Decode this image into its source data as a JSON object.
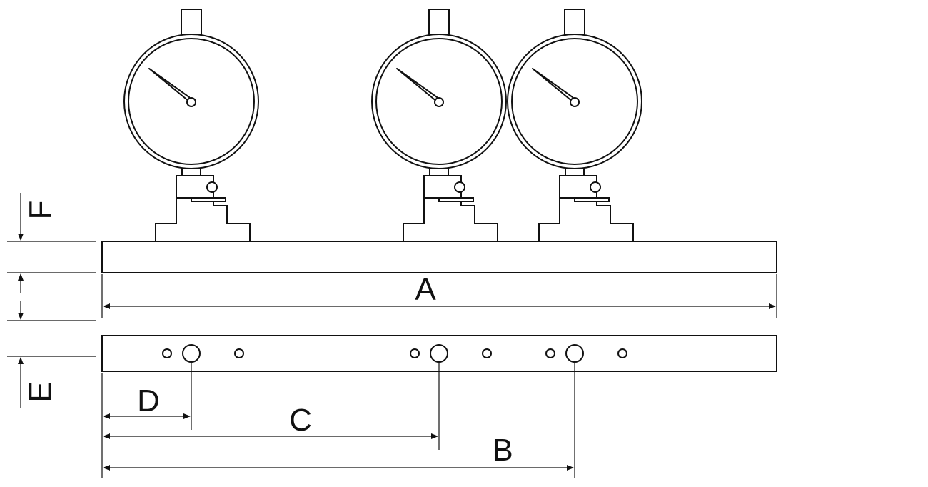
{
  "diagram": {
    "labels": {
      "A": "A",
      "B": "B",
      "C": "C",
      "D": "D",
      "E": "E",
      "F": "F"
    },
    "gauge_count": 3,
    "colors": {
      "stroke": "#111111",
      "background": "#ffffff"
    }
  }
}
